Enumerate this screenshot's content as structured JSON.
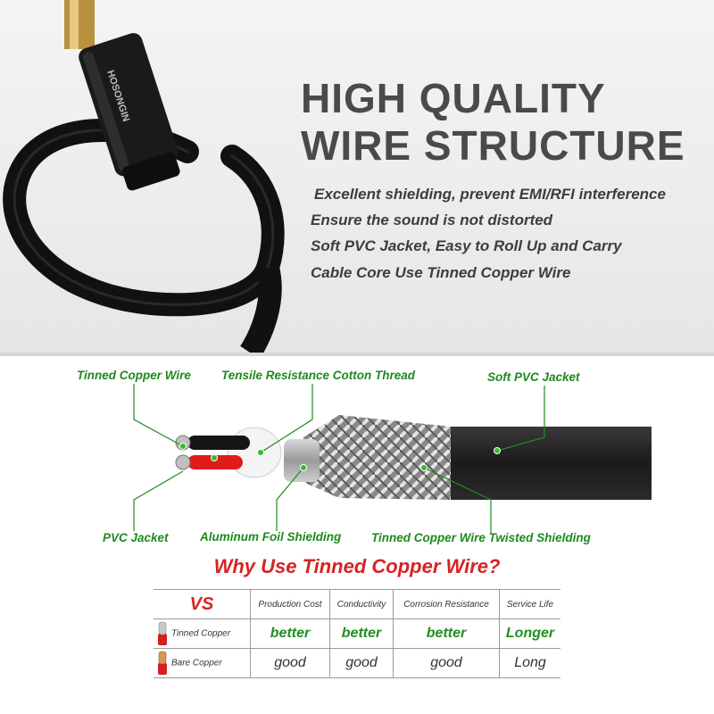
{
  "brand": "HOSONGIN",
  "headline": {
    "line1": "HIGH QUALITY",
    "line2": "WIRE STRUCTURE"
  },
  "features": [
    "Excellent shielding, prevent EMI/RFI interference",
    "Ensure the sound is not distorted",
    "Soft PVC Jacket, Easy to Roll Up and Carry",
    "Cable Core Use Tinned Copper Wire"
  ],
  "callouts": {
    "tinned_copper_wire": "Tinned Copper Wire",
    "cotton_thread": "Tensile Resistance Cotton Thread",
    "soft_pvc_jacket": "Soft PVC Jacket",
    "pvc_jacket": "PVC Jacket",
    "aluminum_foil": "Aluminum Foil Shielding",
    "twisted_shielding": "Tinned Copper Wire Twisted Shielding"
  },
  "comparison": {
    "title": "Why Use Tinned Copper Wire?",
    "vs": "VS",
    "headers": [
      "Production Cost",
      "Conductivity",
      "Corrosion Resistance",
      "Service Life"
    ],
    "rows": [
      {
        "label": "Tinned Copper",
        "values": [
          "better",
          "better",
          "better",
          "Longer"
        ]
      },
      {
        "label": "Bare Copper",
        "values": [
          "good",
          "good",
          "good",
          "Long"
        ]
      }
    ]
  },
  "colors": {
    "headline": "#4a4a4a",
    "callout": "#1e8a1e",
    "accent_red": "#d62323"
  }
}
